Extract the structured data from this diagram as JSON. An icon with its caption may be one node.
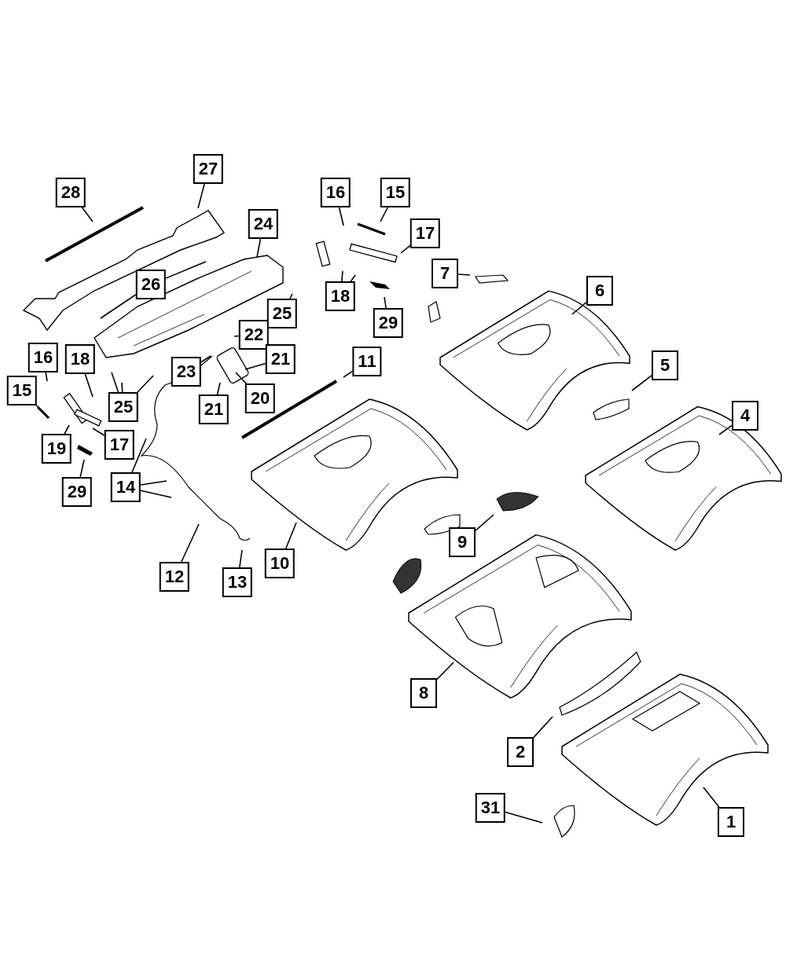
{
  "diagram": {
    "nodes": [
      {
        "text": [
          "27"
        ]
      },
      {
        "text": [
          "28"
        ]
      },
      {
        "text": [
          "16"
        ]
      },
      {
        "text": [
          "15"
        ]
      },
      {
        "text": [
          "24"
        ]
      },
      {
        "text": [
          "17"
        ]
      },
      {
        "text": [
          "7"
        ]
      },
      {
        "text": [
          "26"
        ]
      },
      {
        "text": [
          "6"
        ]
      },
      {
        "text": [
          "18"
        ]
      },
      {
        "text": [
          "25"
        ]
      },
      {
        "text": [
          "29"
        ]
      },
      {
        "text": [
          "22"
        ]
      },
      {
        "text": [
          "21"
        ]
      },
      {
        "text": [
          "16"
        ]
      },
      {
        "text": [
          "18"
        ]
      },
      {
        "text": [
          "11"
        ]
      },
      {
        "text": [
          "5"
        ]
      },
      {
        "text": [
          "23"
        ]
      },
      {
        "text": [
          "25"
        ]
      },
      {
        "text": [
          "15"
        ]
      },
      {
        "text": [
          "21"
        ]
      },
      {
        "text": [
          "20"
        ]
      },
      {
        "text": [
          "4"
        ]
      },
      {
        "text": [
          "19"
        ]
      },
      {
        "text": [
          "17"
        ]
      },
      {
        "text": [
          "14"
        ]
      },
      {
        "text": [
          "29"
        ]
      },
      {
        "text": [
          "9"
        ]
      },
      {
        "text": [
          "12"
        ]
      },
      {
        "text": [
          "13"
        ]
      },
      {
        "text": [
          "10"
        ]
      },
      {
        "text": [
          "8"
        ]
      },
      {
        "text": [
          "2"
        ]
      },
      {
        "text": [
          "31"
        ]
      },
      {
        "text": [
          "1"
        ]
      }
    ],
    "edges": [
      {
        "from": 0,
        "to": null,
        "arrow": "none"
      },
      {
        "from": 1,
        "to": null,
        "arrow": "none"
      },
      {
        "from": 2,
        "to": null,
        "arrow": "none"
      },
      {
        "from": 3,
        "to": null,
        "arrow": "none"
      },
      {
        "from": 4,
        "to": null,
        "arrow": "none"
      },
      {
        "from": 5,
        "to": null,
        "arrow": "none"
      },
      {
        "from": 6,
        "to": null,
        "arrow": "none"
      },
      {
        "from": 7,
        "to": null,
        "arrow": "none"
      },
      {
        "from": 7,
        "to": null,
        "arrow": "none"
      },
      {
        "from": 8,
        "to": null,
        "arrow": "none"
      },
      {
        "from": 9,
        "to": null,
        "arrow": "none"
      },
      {
        "from": 9,
        "to": null,
        "arrow": "none"
      },
      {
        "from": 10,
        "to": null,
        "arrow": "none"
      },
      {
        "from": 11,
        "to": null,
        "arrow": "none"
      },
      {
        "from": 12,
        "to": null,
        "arrow": "none"
      },
      {
        "from": 13,
        "to": null,
        "arrow": "none"
      },
      {
        "from": 14,
        "to": null,
        "arrow": "none"
      },
      {
        "from": 15,
        "to": null,
        "arrow": "none"
      },
      {
        "from": 16,
        "to": null,
        "arrow": "none"
      },
      {
        "from": 17,
        "to": null,
        "arrow": "none"
      },
      {
        "from": 18,
        "to": null,
        "arrow": "none"
      },
      {
        "from": 19,
        "to": null,
        "arrow": "none"
      },
      {
        "from": 19,
        "to": null,
        "arrow": "none"
      },
      {
        "from": 19,
        "to": null,
        "arrow": "none"
      },
      {
        "from": 20,
        "to": null,
        "arrow": "none"
      },
      {
        "from": 21,
        "to": null,
        "arrow": "none"
      },
      {
        "from": 22,
        "to": null,
        "arrow": "none"
      },
      {
        "from": 23,
        "to": null,
        "arrow": "none"
      },
      {
        "from": 24,
        "to": null,
        "arrow": "none"
      },
      {
        "from": 25,
        "to": null,
        "arrow": "none"
      },
      {
        "from": 26,
        "to": null,
        "arrow": "none"
      },
      {
        "from": 26,
        "to": null,
        "arrow": "none"
      },
      {
        "from": 26,
        "to": null,
        "arrow": "none"
      },
      {
        "from": 27,
        "to": null,
        "arrow": "none"
      },
      {
        "from": 28,
        "to": null,
        "arrow": "none"
      },
      {
        "from": 29,
        "to": null,
        "arrow": "none"
      },
      {
        "from": 30,
        "to": null,
        "arrow": "none"
      },
      {
        "from": 31,
        "to": null,
        "arrow": "none"
      },
      {
        "from": 32,
        "to": null,
        "arrow": "none"
      },
      {
        "from": 33,
        "to": null,
        "arrow": "none"
      },
      {
        "from": 34,
        "to": null,
        "arrow": "none"
      },
      {
        "from": 35,
        "to": null,
        "arrow": "none"
      }
    ]
  }
}
